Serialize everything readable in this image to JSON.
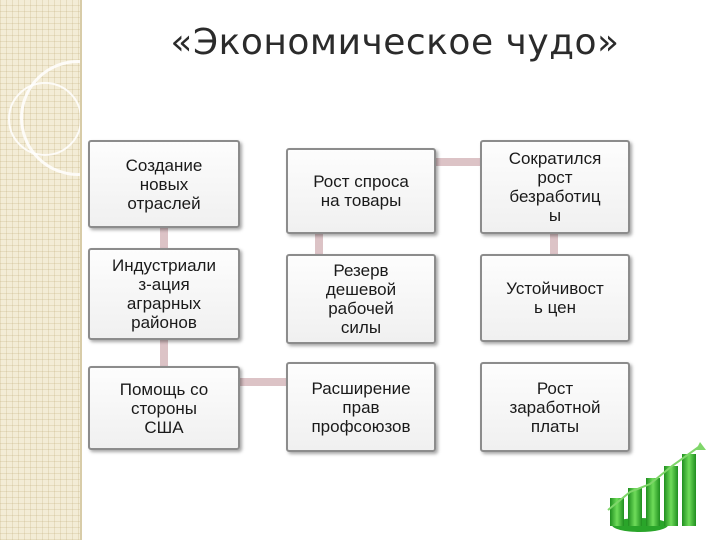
{
  "title": "«Экономическое чудо»",
  "nodes": {
    "new_industries": "Создание\nновых\nотраслей",
    "demand_growth": "Рост спроса\nна товары",
    "unemployment_reduced": "Сократился\nрост\nбезработиц\nы",
    "industrialization": "Индустриали\nз-ация\nаграрных\nрайонов",
    "labor_reserve": "Резерв\nдешевой\nрабочей\nсилы",
    "price_stability": "Устойчивост\nь цен",
    "us_aid": "Помощь со\nстороны\nСША",
    "union_rights": "Расширение\nправ\nпрофсоюзов",
    "wage_growth": "Рост\nзаработной\nплаты"
  },
  "colors": {
    "connector": "#dcc3c6",
    "node_border": "#8c8c8c",
    "chart_icon": "#3ab83a"
  },
  "icons": [
    "growth-chart-icon"
  ]
}
